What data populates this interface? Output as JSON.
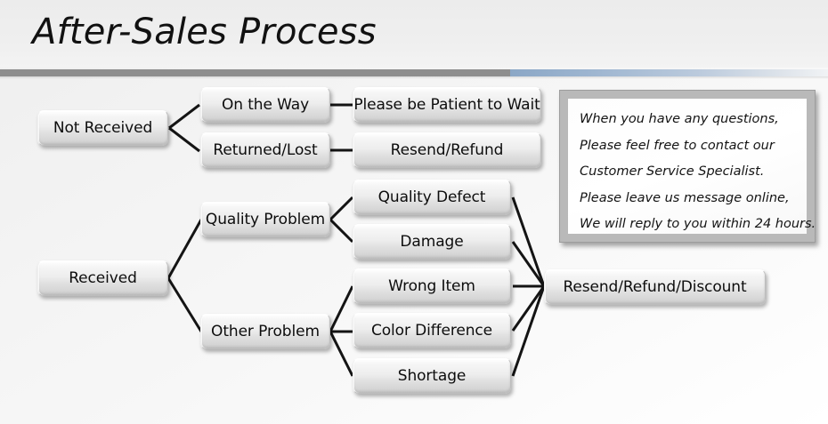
{
  "header": {
    "title": "After-Sales Process",
    "divider_gray_color": "#8e8e8e",
    "divider_blue_color": "#8ba7c6"
  },
  "diagram": {
    "nodes": [
      {
        "id": "not-received",
        "label": "Not Received"
      },
      {
        "id": "on-the-way",
        "label": "On the Way"
      },
      {
        "id": "returned-lost",
        "label": "Returned/Lost"
      },
      {
        "id": "please-wait",
        "label": "Please be Patient to Wait"
      },
      {
        "id": "resend-refund",
        "label": "Resend/Refund"
      },
      {
        "id": "received",
        "label": "Received"
      },
      {
        "id": "quality-problem",
        "label": "Quality Problem"
      },
      {
        "id": "other-problem",
        "label": "Other Problem"
      },
      {
        "id": "quality-defect",
        "label": "Quality Defect"
      },
      {
        "id": "damage",
        "label": "Damage"
      },
      {
        "id": "wrong-item",
        "label": "Wrong Item"
      },
      {
        "id": "color-difference",
        "label": "Color Difference"
      },
      {
        "id": "shortage",
        "label": "Shortage"
      },
      {
        "id": "resend-refund-discount",
        "label": "Resend/Refund/Discount"
      }
    ],
    "connector_color": "#141414"
  },
  "note": {
    "lines": [
      "When you have any questions,",
      "Please feel free to contact our",
      "Customer Service Specialist.",
      "Please leave us message online,",
      "We will reply to you within 24 hours."
    ]
  }
}
